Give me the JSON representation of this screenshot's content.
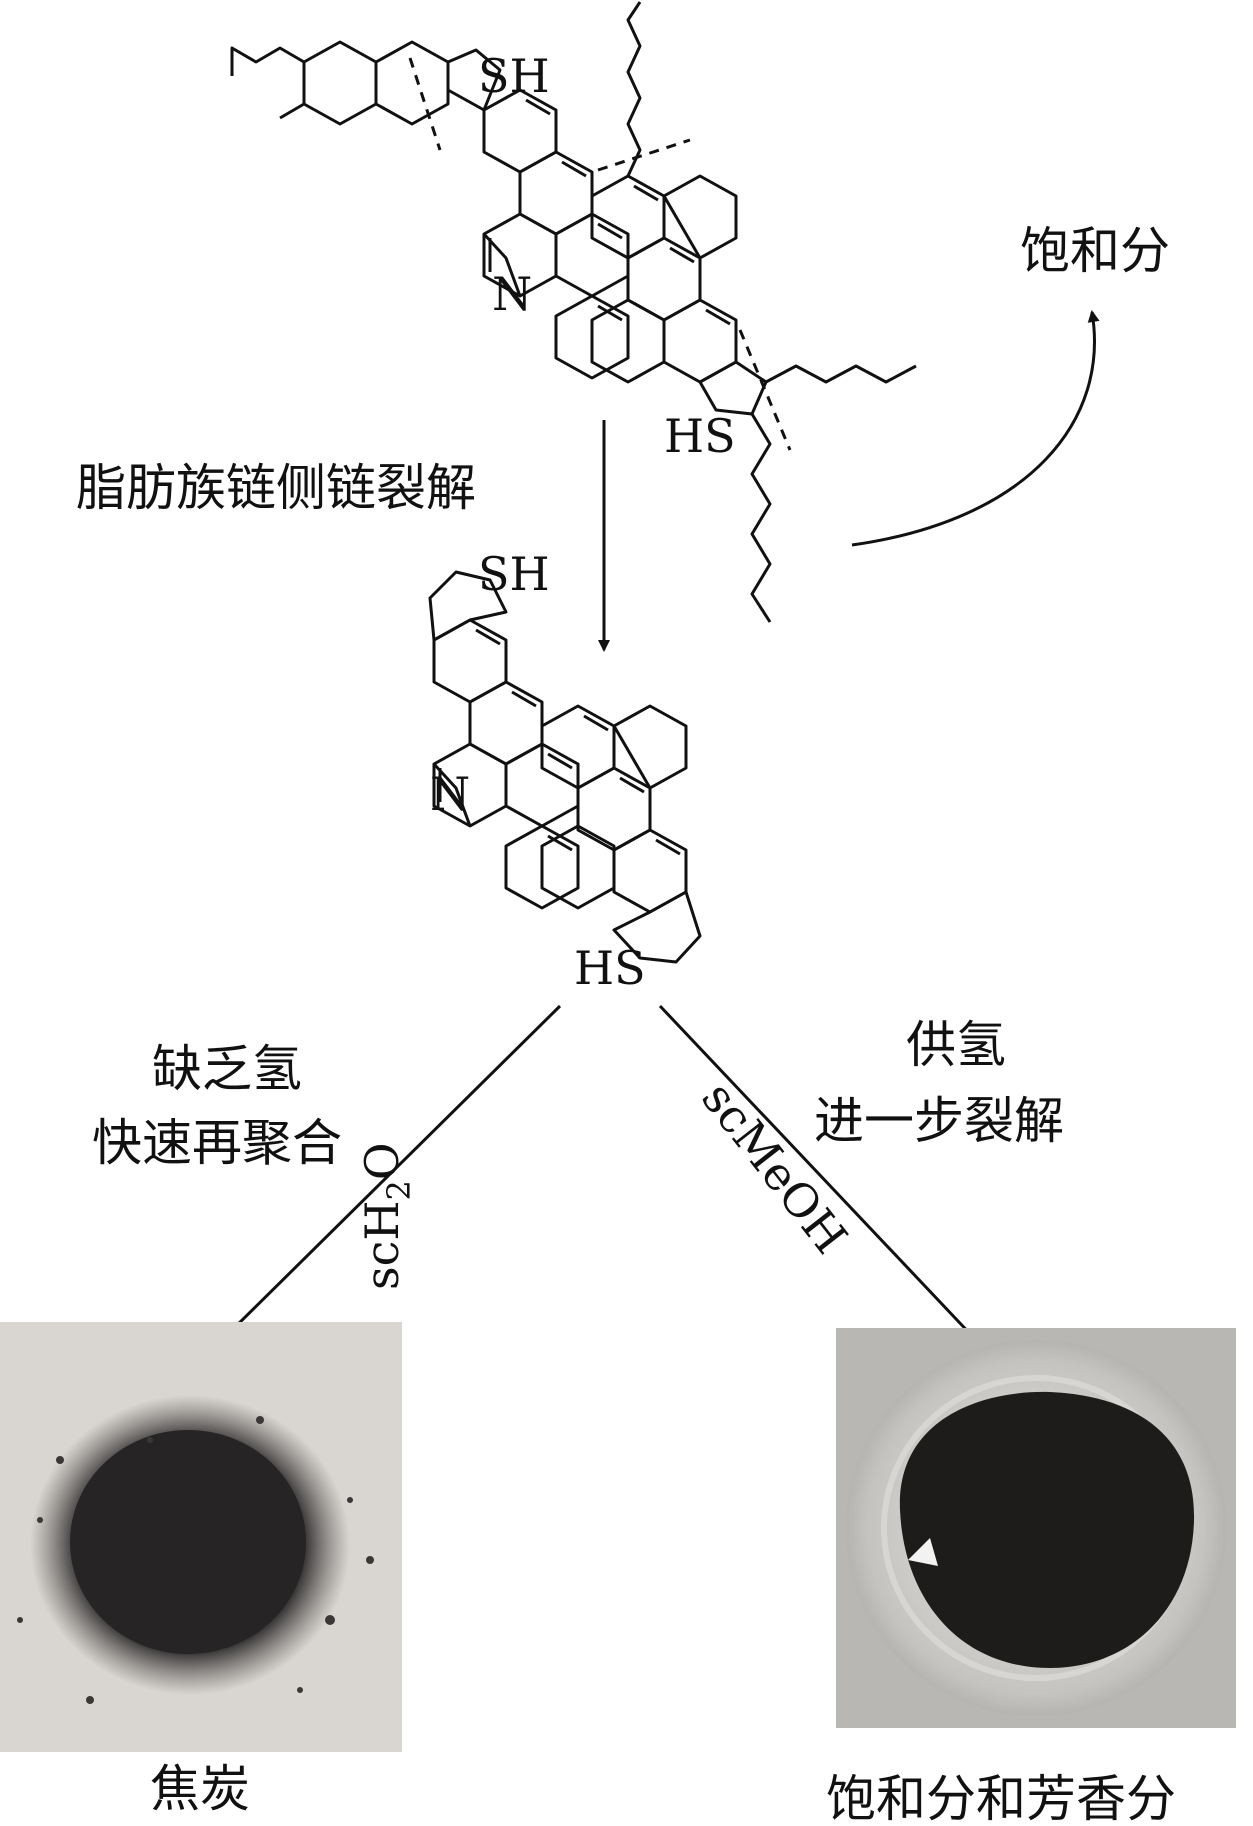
{
  "atoms": {
    "sh_top": "SH",
    "n_top": "N",
    "hs_top": "HS",
    "sh_mid": "SH",
    "n_mid": "N",
    "hs_mid": "HS"
  },
  "labels": {
    "saturates": "饱和分",
    "side_chain_cracking": "脂肪族链侧链裂解",
    "left_line1": "缺乏氢",
    "left_line2": "快速再聚合",
    "right_line1": "供氢",
    "right_line2": "进一步裂解",
    "left_solvent_main": "scH",
    "left_solvent_sub": "2",
    "left_solvent_tail": "O",
    "right_solvent": "scMeOH",
    "coke_caption": "焦炭",
    "product_caption": "饱和分和芳香分"
  },
  "colors": {
    "line": "#111111",
    "coke_bg": "#d9d6d1",
    "coke": "#262424",
    "dish_bg": "#b9b7b4",
    "dish_liquid": "#1e1b1b"
  }
}
